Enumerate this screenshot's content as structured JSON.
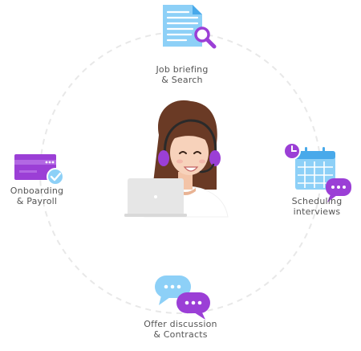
{
  "colors": {
    "label_text": "#555555",
    "cycle_ring": "#e8e8e8",
    "accent_purple": "#9b3fd6",
    "accent_blue": "#8dd0f7",
    "accent_blue_dark": "#48a9ea",
    "laptop": "#e6e6e6"
  },
  "icons": {
    "job": "document-magnifier-icon",
    "scheduling": "calendar-clock-chat-icon",
    "offer": "chat-bubbles-icon",
    "onboarding": "credit-card-check-icon",
    "center": "recruiter-headset-laptop-illustration"
  },
  "steps": {
    "job": {
      "line1": "Job briefing",
      "line2": "& Search"
    },
    "scheduling": {
      "line1": "Scheduling",
      "line2": "interviews"
    },
    "offer": {
      "line1": "Offer discussion",
      "line2": "& Contracts"
    },
    "onboarding": {
      "line1": "Onboarding",
      "line2": "& Payroll"
    }
  }
}
